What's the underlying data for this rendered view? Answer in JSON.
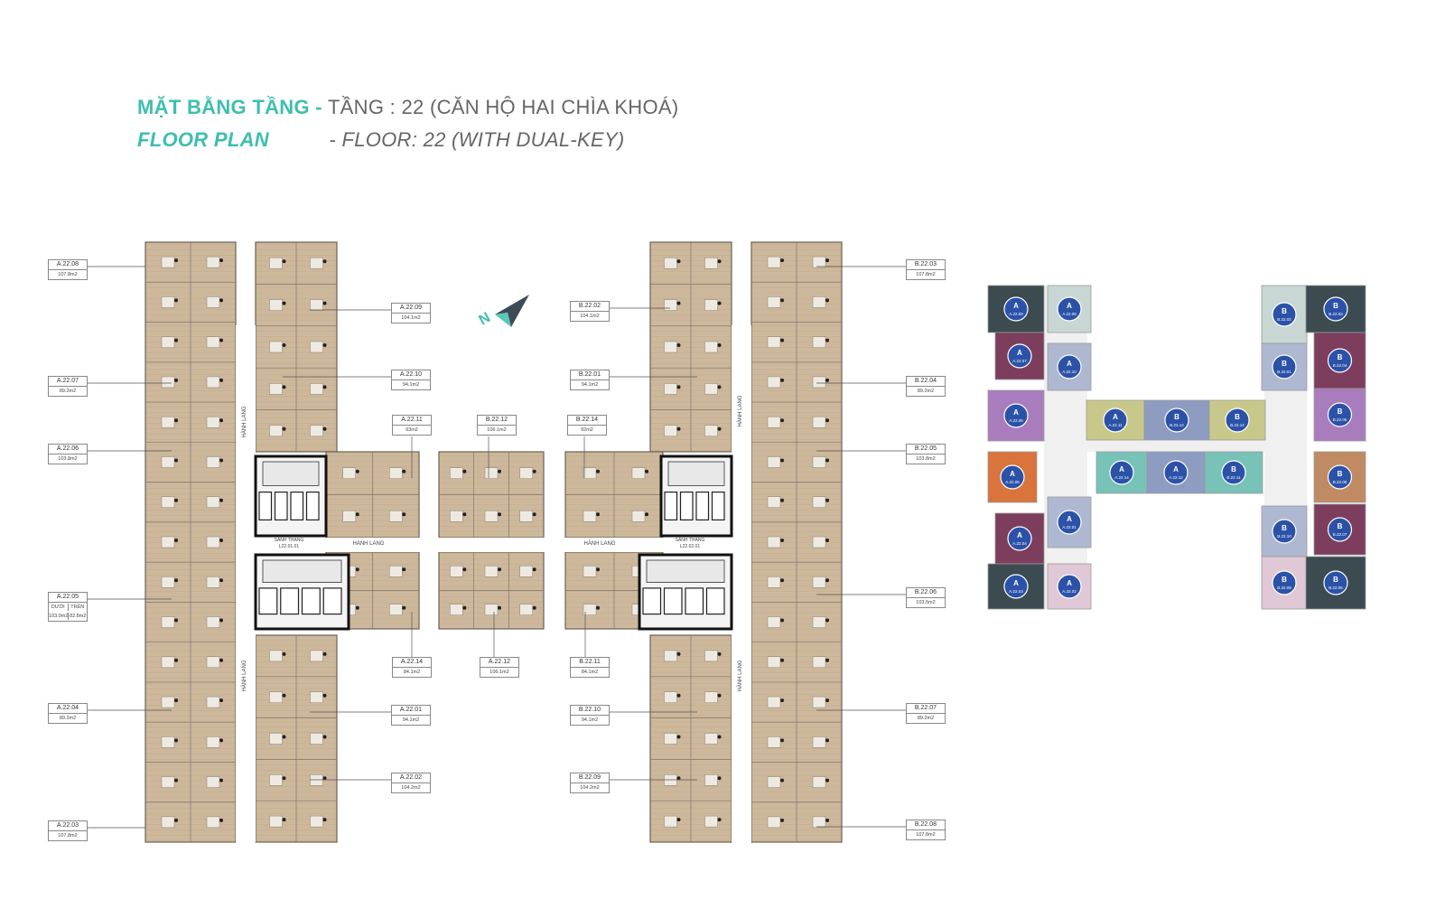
{
  "title": {
    "vi_prefix": "MẶT BẰNG TẦNG -",
    "vi_rest": "TẦNG : 22 (CĂN HỘ HAI CHÌA KHOÁ)",
    "en_prefix": "FLOOR PLAN",
    "en_rest": "- FLOOR: 22 (WITH DUAL-KEY)"
  },
  "colors": {
    "teal": "#3dbfae",
    "wood": "#c8b49a",
    "floor_tile": "#d9d2c7"
  },
  "compass": {
    "icon": "north-arrow-icon",
    "letter": "N"
  },
  "plan_labels": {
    "corridor_vertical": "HÀNH LANG",
    "corridor_horizontal": "HÀNH LANG",
    "lobby_left_title": "SẢNH THANG",
    "lobby_left_code": "L22.01.01",
    "lobby_right_title": "SẢNH THANG",
    "lobby_right_code": "L22.02.01"
  },
  "units": [
    {
      "code": "A.22.08",
      "area": "107.8m2"
    },
    {
      "code": "A.22.07",
      "area": "89.2m2"
    },
    {
      "code": "A.22.06",
      "area": "103.8m2"
    },
    {
      "code": "A.22.05",
      "area_lower_label": "DƯỚI",
      "area_upper_label": "TRÊN",
      "area_lower": "103.9m2",
      "area_upper": "82.8m2"
    },
    {
      "code": "A.22.04",
      "area": "89.2m2"
    },
    {
      "code": "A.22.03",
      "area": "107.8m2"
    },
    {
      "code": "A.22.09",
      "area": "104.1m2"
    },
    {
      "code": "A.22.10",
      "area": "94.1m2"
    },
    {
      "code": "A.22.11",
      "area": "93m2"
    },
    {
      "code": "B.22.12",
      "area": "106.1m2"
    },
    {
      "code": "B.22.14",
      "area": "92m2"
    },
    {
      "code": "B.22.02",
      "area": "104.1m2"
    },
    {
      "code": "B.22.01",
      "area": "94.1m2"
    },
    {
      "code": "A.22.14",
      "area": "84.1m2"
    },
    {
      "code": "A.22.12",
      "area": "106.1m2"
    },
    {
      "code": "B.22.11",
      "area": "84.1m2"
    },
    {
      "code": "A.22.01",
      "area": "94.1m2"
    },
    {
      "code": "A.22.02",
      "area": "104.2m2"
    },
    {
      "code": "B.22.10",
      "area": "94.1m2"
    },
    {
      "code": "B.22.09",
      "area": "104.2m2"
    },
    {
      "code": "B.22.03",
      "area": "107.8m2"
    },
    {
      "code": "B.22.04",
      "area": "89.2m2"
    },
    {
      "code": "B.22.05",
      "area": "103.8m2"
    },
    {
      "code": "B.22.06",
      "area": "103.5m2"
    },
    {
      "code": "B.22.07",
      "area": "89.2m2"
    },
    {
      "code": "B.22.08",
      "area": "107.8m2"
    }
  ],
  "key_plan": [
    {
      "letter": "A",
      "code": "A.22.08",
      "color": "#3b4b50"
    },
    {
      "letter": "A",
      "code": "A.22.09",
      "color": "#c8d7d4"
    },
    {
      "letter": "A",
      "code": "A.22.07",
      "color": "#7d3d5c"
    },
    {
      "letter": "A",
      "code": "A.22.10",
      "color": "#aeb8d0"
    },
    {
      "letter": "A",
      "code": "A.22.06",
      "color": "#a97cbe"
    },
    {
      "letter": "A",
      "code": "A.22.05",
      "color": "#d8743c"
    },
    {
      "letter": "A",
      "code": "A.22.04",
      "color": "#7d3d5c"
    },
    {
      "letter": "A",
      "code": "A.22.01",
      "color": "#aeb8d0"
    },
    {
      "letter": "A",
      "code": "A.22.03",
      "color": "#3b4b50"
    },
    {
      "letter": "A",
      "code": "A.22.02",
      "color": "#e0c8d6"
    },
    {
      "letter": "A",
      "code": "A.22.11",
      "color": "#c8c88a"
    },
    {
      "letter": "B",
      "code": "B.22.12",
      "color": "#8d9cc0"
    },
    {
      "letter": "B",
      "code": "B.22.14",
      "color": "#c8c88a"
    },
    {
      "letter": "A",
      "code": "A.22.14",
      "color": "#78c2b8"
    },
    {
      "letter": "A",
      "code": "A.22.12",
      "color": "#8d9cc0"
    },
    {
      "letter": "B",
      "code": "B.22.11",
      "color": "#78c2b8"
    },
    {
      "letter": "B",
      "code": "B.22.02",
      "color": "#c8d7d4"
    },
    {
      "letter": "B",
      "code": "B.22.03",
      "color": "#3b4b50"
    },
    {
      "letter": "B",
      "code": "B.22.01",
      "color": "#aeb8d0"
    },
    {
      "letter": "B",
      "code": "B.22.04",
      "color": "#7d3d5c"
    },
    {
      "letter": "B",
      "code": "B.22.05",
      "color": "#a97cbe"
    },
    {
      "letter": "B",
      "code": "B.22.08",
      "color": "#c08a62"
    },
    {
      "letter": "B",
      "code": "B.22.10",
      "color": "#aeb8d0"
    },
    {
      "letter": "B",
      "code": "B.22.07",
      "color": "#7d3d5c"
    },
    {
      "letter": "B",
      "code": "B.22.09",
      "color": "#e0c8d6"
    },
    {
      "letter": "B",
      "code": "B.22.06",
      "color": "#3b4b50"
    }
  ]
}
